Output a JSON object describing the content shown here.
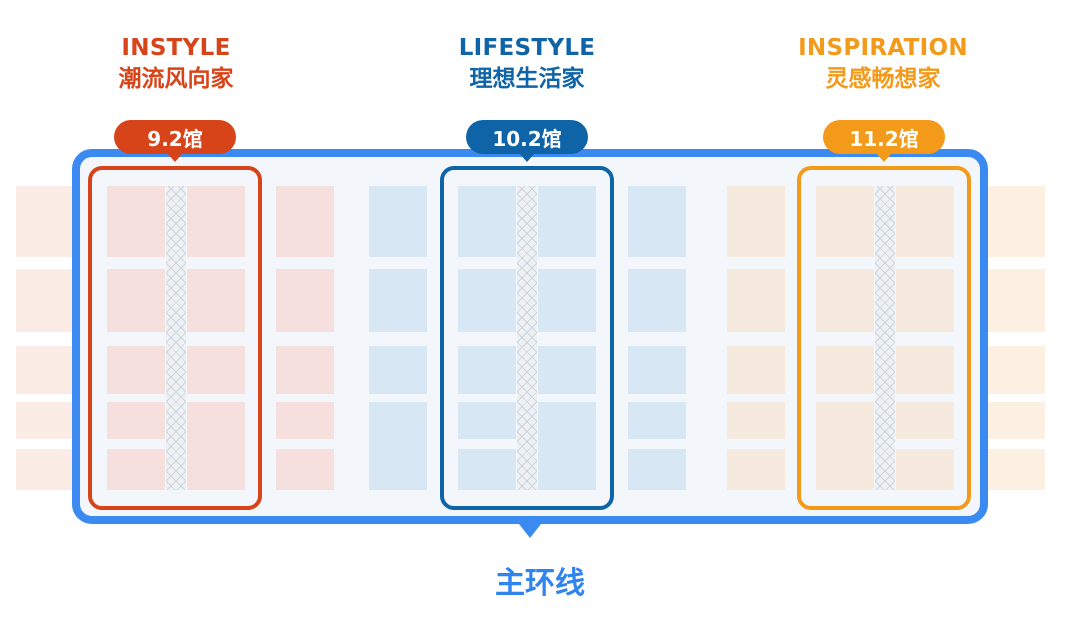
{
  "halls": [
    {
      "en": "INSTYLE",
      "cn": "潮流风向家",
      "badge": "9.2馆",
      "color": "#d8441a"
    },
    {
      "en": "LIFESTYLE",
      "cn": "理想生活家",
      "badge": "10.2馆",
      "color": "#0f64a8"
    },
    {
      "en": "INSPIRATION",
      "cn": "灵感畅想家",
      "badge": "11.2馆",
      "color": "#f39a1b"
    }
  ],
  "main_loop": {
    "label": "主环线",
    "color": "#3a8af2"
  }
}
